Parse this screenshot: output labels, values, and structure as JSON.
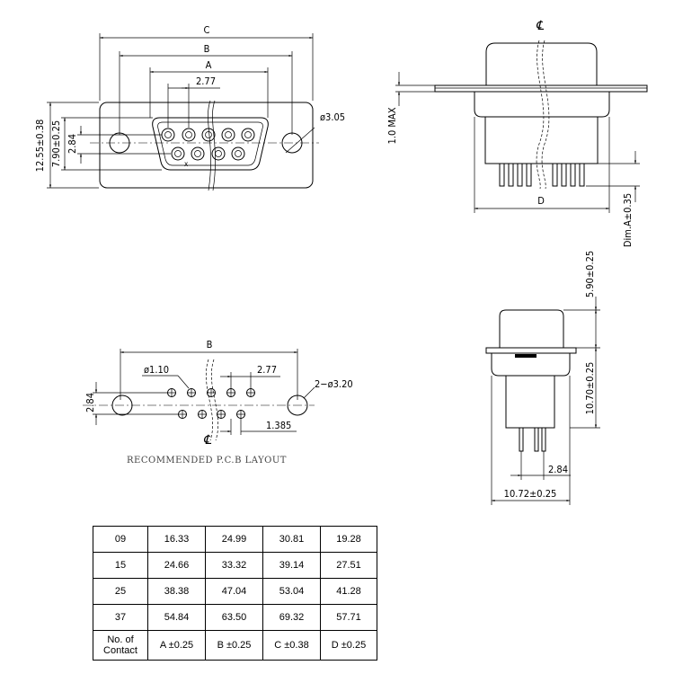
{
  "front_view": {
    "dim_c": "C",
    "dim_b": "B",
    "dim_a": "A",
    "pitch": "2.77",
    "hole_dia": "ø3.05",
    "height_overall": "12.55±0.38",
    "height_shell": "7.90±0.25",
    "row_spacing": "2.84",
    "pin_marker": "x"
  },
  "side_view": {
    "centerline": "℄",
    "flange_max": "1.0 MAX",
    "dim_d": "D",
    "dim_a_tol": "Dim.A±0.35"
  },
  "pcb_layout": {
    "dim_b": "B",
    "pin_dia": "ø1.10",
    "pitch": "2.77",
    "mount_holes": "2−ø3.20",
    "row_spacing": "2.84",
    "offset": "1.385",
    "centerline": "℄",
    "caption": "RECOMMENDED P.C.B LAYOUT"
  },
  "end_view": {
    "height_top": "5.90±0.25",
    "height_bottom": "10.70±0.25",
    "pin_offset": "2.84",
    "width": "10.72±0.25"
  },
  "table": {
    "rows": [
      {
        "contacts": "09",
        "a": "16.33",
        "b": "24.99",
        "c": "30.81",
        "d": "19.28"
      },
      {
        "contacts": "15",
        "a": "24.66",
        "b": "33.32",
        "c": "39.14",
        "d": "27.51"
      },
      {
        "contacts": "25",
        "a": "38.38",
        "b": "47.04",
        "c": "53.04",
        "d": "41.28"
      },
      {
        "contacts": "37",
        "a": "54.84",
        "b": "63.50",
        "c": "69.32",
        "d": "57.71"
      }
    ],
    "header": {
      "contacts_line1": "No. of",
      "contacts_line2": "Contact",
      "a": "A ±0.25",
      "b": "B ±0.25",
      "c": "C ±0.38",
      "d": "D ±0.25"
    }
  }
}
